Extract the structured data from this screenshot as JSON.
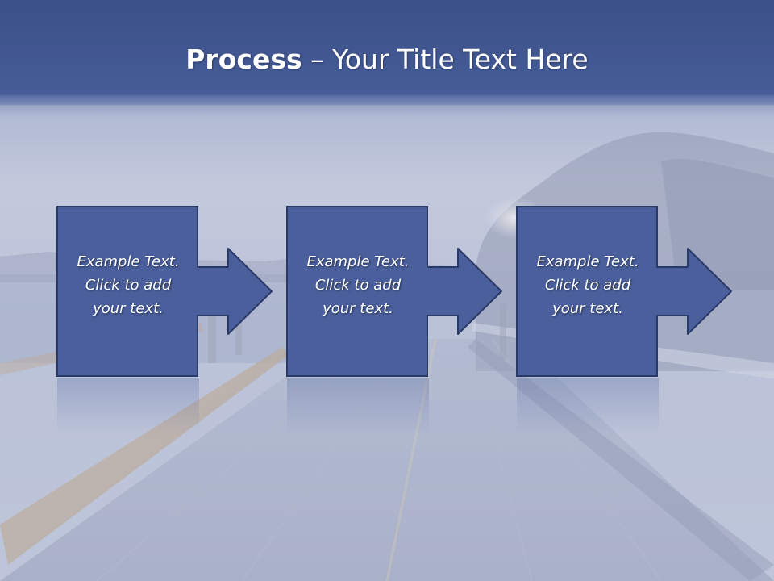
{
  "slide": {
    "title_bold": "Process",
    "title_rest": " – Your Title Text Here"
  },
  "steps": [
    {
      "line1": "Example Text.",
      "line2": "Click  to add",
      "line3": "your text."
    },
    {
      "line1": "Example Text.",
      "line2": "Click  to add",
      "line3": "your text."
    },
    {
      "line1": "Example Text.",
      "line2": "Click  to add",
      "line3": "your text."
    }
  ],
  "colors": {
    "box_fill": "#4a5f9c",
    "box_stroke": "#2a3a66",
    "header_band": "#3f5791",
    "text": "#ffffff"
  }
}
